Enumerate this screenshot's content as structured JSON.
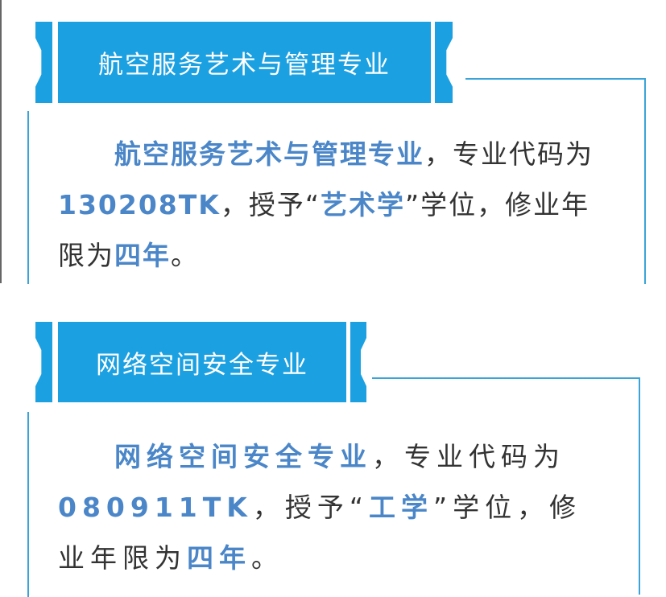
{
  "sections": [
    {
      "title": "航空服务艺术与管理专业",
      "major": "航空服务艺术与管理专业",
      "t1": "，专业代码为",
      "code": "130208TK",
      "t2": "，授予“",
      "degree": "艺术学",
      "t3": "”学位，修业年限为",
      "years": "四年",
      "t4": "。"
    },
    {
      "title": "网络空间安全专业",
      "major": "网络空间安全专业",
      "t1": "，专业代码为",
      "code": "080911TK",
      "t2": "，授予“",
      "degree": "工学",
      "t3": "”学位，修业年限为",
      "years": "四年",
      "t4": "。"
    }
  ],
  "colors": {
    "banner": "#1ba0e2",
    "highlight": "#4a86c8",
    "text": "#333333"
  }
}
